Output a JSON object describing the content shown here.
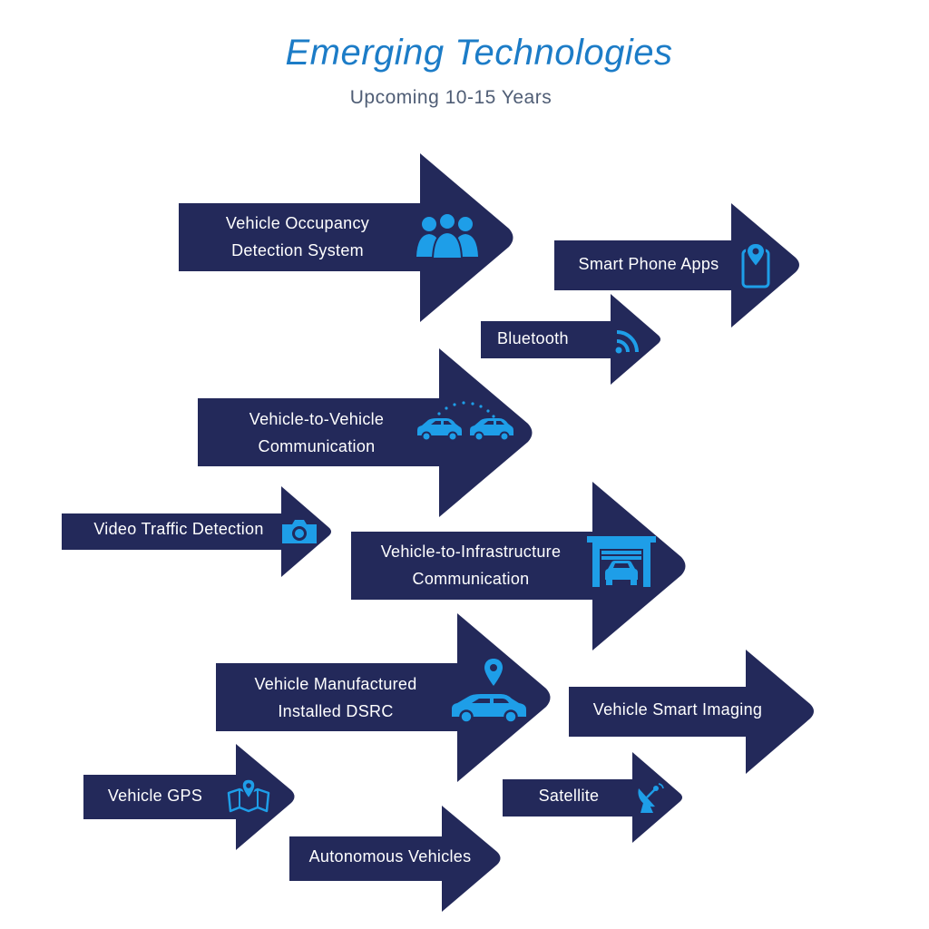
{
  "header": {
    "title": "Emerging Technologies",
    "subtitle": "Upcoming 10-15 Years"
  },
  "colors": {
    "arrow_fill": "#23295a",
    "icon_fill": "#1e9ee8",
    "title": "#1c7cc7",
    "subtitle": "#4f5d75",
    "text": "#ffffff"
  },
  "items": [
    {
      "line1": "Vehicle Occupancy",
      "line2": "Detection System",
      "icon": "people-group-icon"
    },
    {
      "line1": "Smart Phone Apps",
      "icon": "phone-location-icon"
    },
    {
      "line1": "Bluetooth",
      "icon": "signal-wave-icon"
    },
    {
      "line1": "Vehicle-to-Vehicle",
      "line2": "Communication",
      "icon": "two-cars-icon"
    },
    {
      "line1": "Video Traffic Detection",
      "icon": "camera-icon"
    },
    {
      "line1": "Vehicle-to-Infrastructure",
      "line2": "Communication",
      "icon": "garage-car-icon"
    },
    {
      "line1": "Vehicle Manufactured",
      "line2": "Installed DSRC",
      "icon": "car-pin-icon"
    },
    {
      "line1": "Vehicle Smart Imaging"
    },
    {
      "line1": "Vehicle GPS",
      "icon": "map-pin-icon"
    },
    {
      "line1": "Satellite",
      "icon": "satellite-dish-icon"
    },
    {
      "line1": "Autonomous Vehicles"
    }
  ]
}
